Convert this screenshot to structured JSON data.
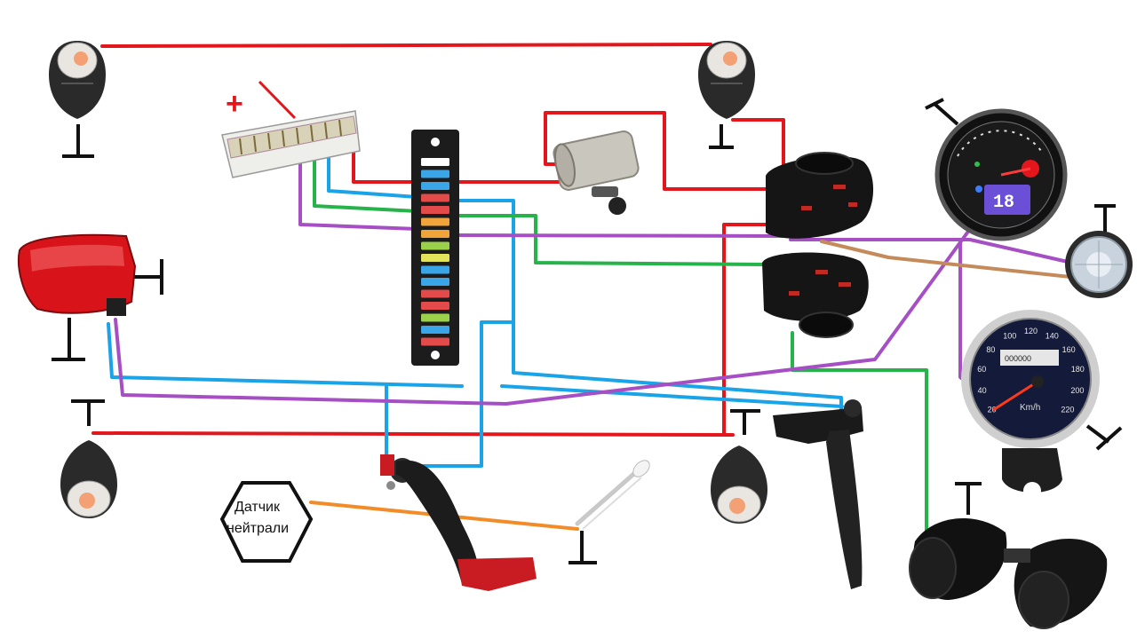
{
  "labels": {
    "plus": "+",
    "neutral_line1": "Датчик",
    "neutral_line2": "нейтрали",
    "lcd_reading": "18",
    "speed_unit": "Km/h",
    "odometer": "000000"
  },
  "speed_ticks": [
    "20",
    "40",
    "60",
    "80",
    "100",
    "120",
    "140",
    "160",
    "180",
    "200",
    "220"
  ],
  "colors": {
    "red": "#e3161c",
    "blue": "#1aa3e6",
    "green": "#26b34a",
    "purple": "#a64fc4",
    "brown": "#c48a5a",
    "orange": "#f28c28"
  }
}
